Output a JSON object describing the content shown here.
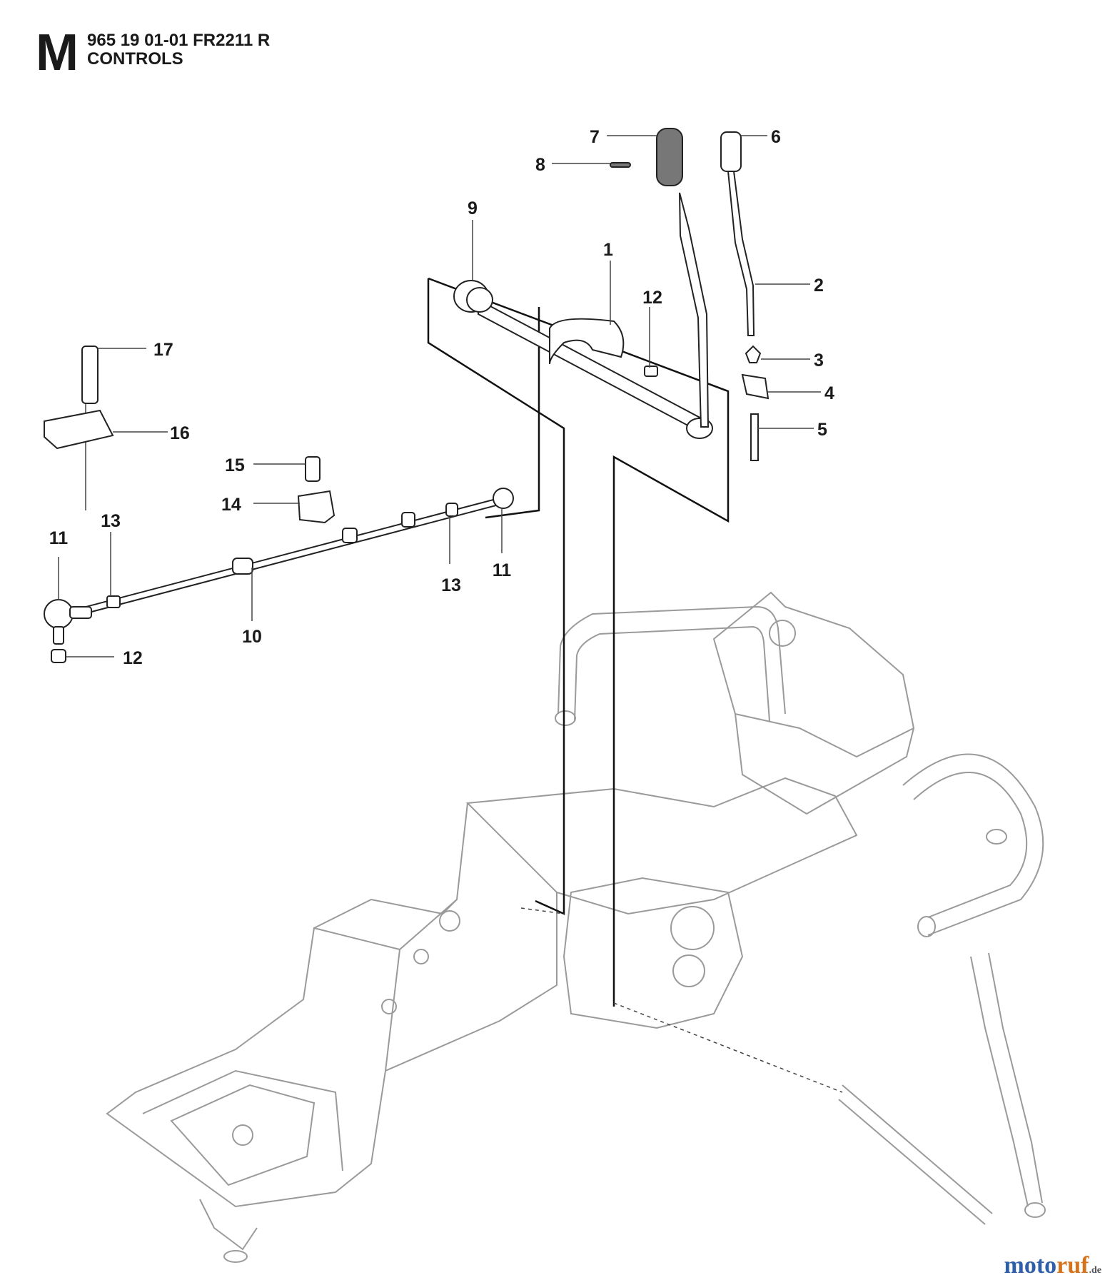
{
  "header": {
    "section_letter": "M",
    "part_number_line": "965 19 01-01 FR2211 R",
    "title": "CONTROLS"
  },
  "callouts": [
    {
      "num": "1"
    },
    {
      "num": "2"
    },
    {
      "num": "3"
    },
    {
      "num": "4"
    },
    {
      "num": "5"
    },
    {
      "num": "6"
    },
    {
      "num": "7"
    },
    {
      "num": "8"
    },
    {
      "num": "9"
    },
    {
      "num": "10"
    },
    {
      "num": "11"
    },
    {
      "num": "11"
    },
    {
      "num": "12"
    },
    {
      "num": "12"
    },
    {
      "num": "13"
    },
    {
      "num": "13"
    },
    {
      "num": "14"
    },
    {
      "num": "15"
    },
    {
      "num": "16"
    },
    {
      "num": "17"
    }
  ],
  "watermark": {
    "brand_a": "moto",
    "brand_b": "ruf",
    "suffix": ".de"
  }
}
